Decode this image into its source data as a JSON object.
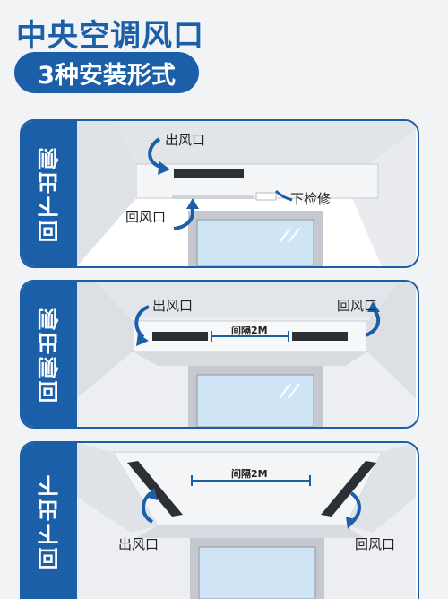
{
  "header": {
    "title": "中央空调风口",
    "subtitle": "3种安装形式"
  },
  "panels": [
    {
      "side_label": "回下出侧",
      "outlet_label": "出风口",
      "return_label": "回风口",
      "access_label": "下检修"
    },
    {
      "side_label": "回侧出侧",
      "outlet_label": "出风口",
      "return_label": "回风口",
      "gap_label": "间隔2M"
    },
    {
      "side_label": "回下出下",
      "gap_label": "间隔2M",
      "left_label": "出风口",
      "right_label": "回风口"
    }
  ],
  "colors": {
    "brand_blue": "#1b5fa8",
    "ceiling": "#e6e9ed",
    "glass": "#cfe5f5"
  }
}
